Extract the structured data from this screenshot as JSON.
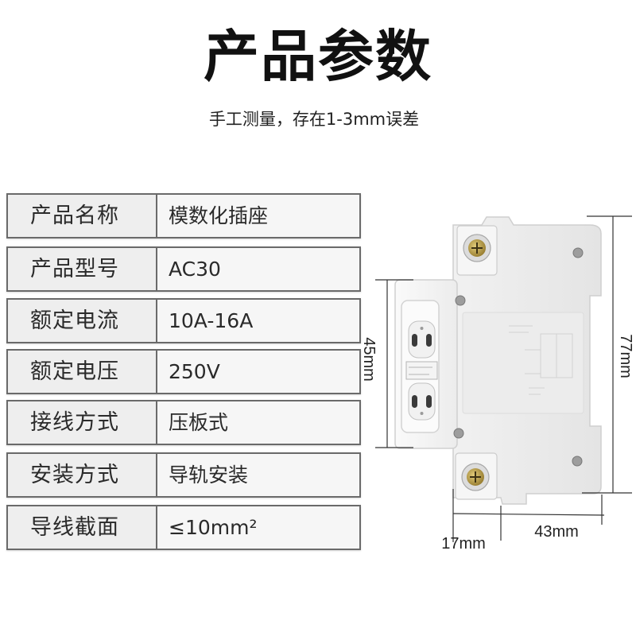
{
  "title": "产品参数",
  "subtitle": "手工测量，存在1-3mm误差",
  "specs": [
    {
      "label": "产品名称",
      "value": "模数化插座"
    },
    {
      "label": "产品型号",
      "value": "AC30"
    },
    {
      "label": "额定电流",
      "value": "10A-16A"
    },
    {
      "label": "额定电压",
      "value": "250V"
    },
    {
      "label": "接线方式",
      "value": "压板式"
    },
    {
      "label": "安装方式",
      "value": "导轨安装"
    },
    {
      "label": "导线截面",
      "value": "≤10mm²"
    }
  ],
  "dimensions": {
    "front_height": "45mm",
    "total_height": "77mm",
    "front_depth": "17mm",
    "body_depth": "43mm"
  },
  "colors": {
    "row_border": "#6a6a6a",
    "row_background": "#f3f3f3",
    "screw_brass": "#b8983a"
  }
}
